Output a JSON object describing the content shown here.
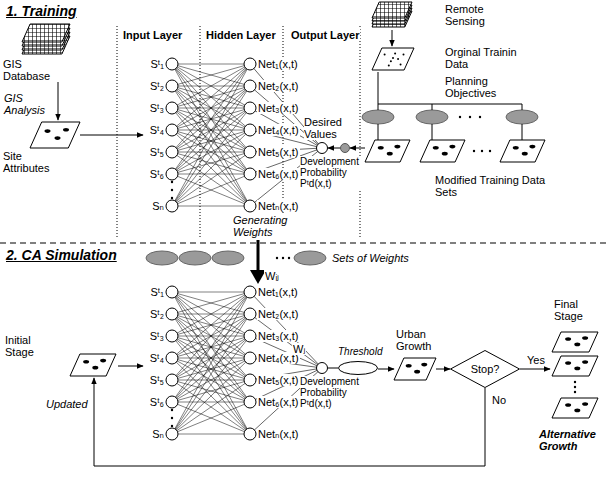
{
  "diagram": {
    "nodes": [
      {
        "text": [
          "GIS Database"
        ]
      },
      {
        "text": [
          "Site Attributes"
        ]
      },
      {
        "text": [
          "Remote Sensing"
        ]
      },
      {
        "text": [
          "Orginal Trainin Data"
        ]
      },
      {
        "text": [
          "Planning Objectives"
        ]
      },
      {
        "text": [
          "Modified Training Data Sets"
        ]
      },
      {
        "text": [
          "Desired Values"
        ]
      },
      {
        "text": [
          "Development Probability Pᵗd(x,t)"
        ]
      },
      {
        "text": [
          "Sets of Weights"
        ]
      },
      {
        "text": [
          "Initial Stage"
        ]
      },
      {
        "text": [
          "Development Probability Pᵗd(x,t)"
        ]
      },
      {
        "text": [
          "Threshold"
        ]
      },
      {
        "text": [
          "Urban Growth"
        ]
      },
      {
        "text": [
          "Stop?"
        ]
      },
      {
        "text": [
          "Final Stage"
        ]
      }
    ],
    "edges": [
      {
        "from": 0,
        "to": 1,
        "arrow": "to",
        "label": "GIS Analysis"
      },
      {
        "from": 2,
        "to": 3,
        "arrow": "to"
      },
      {
        "from": 3,
        "to": 4,
        "arrow": "none"
      },
      {
        "from": 4,
        "to": 5,
        "arrow": "none"
      },
      {
        "from": 5,
        "to": 6,
        "arrow": "to"
      },
      {
        "from": 6,
        "to": 7,
        "arrow": "to"
      },
      {
        "from": 10,
        "to": 11,
        "arrow": "none"
      },
      {
        "from": 11,
        "to": 12,
        "arrow": "to"
      },
      {
        "from": 12,
        "to": 13,
        "arrow": "to"
      },
      {
        "from": 13,
        "to": 14,
        "arrow": "to",
        "label": "Yes"
      },
      {
        "from": 13,
        "to": 9,
        "arrow": "to",
        "label": "No"
      }
    ],
    "labels": [
      "1. Training",
      "Input Layer",
      "Hidden Layer",
      "Output Layer",
      "Sᵗ₁",
      "Sᵗ₂",
      "Sᵗ₃",
      "Sᵗ₄",
      "Sᵗ₅",
      "Sᵗ₆",
      "Sₙ",
      "Net₁(x,t)",
      "Net₂(x,t)",
      "Net₃(x,t)",
      "Net₄(x,t)",
      "Net₅(x,t)",
      "Net₆(x,t)",
      "Netₙ(x,t)",
      "Generating Weights",
      "2. CA Simulation",
      "Wᵢⱼ",
      "Sᵗ₁",
      "Sᵗ₂",
      "Sᵗ₃",
      "Sᵗ₄",
      "Sᵗ₅",
      "Sᵗ₆",
      "Sₙ",
      "Net₁(x,t)",
      "Net₂(x,t)",
      "Net₃(x,t)",
      "Net₄(x,t)",
      "Net₅(x,t)",
      "Net₆(x,t)",
      "Netₙ(x,t)",
      "Wⱼ",
      "Updated",
      "Alternative Growth"
    ]
  }
}
